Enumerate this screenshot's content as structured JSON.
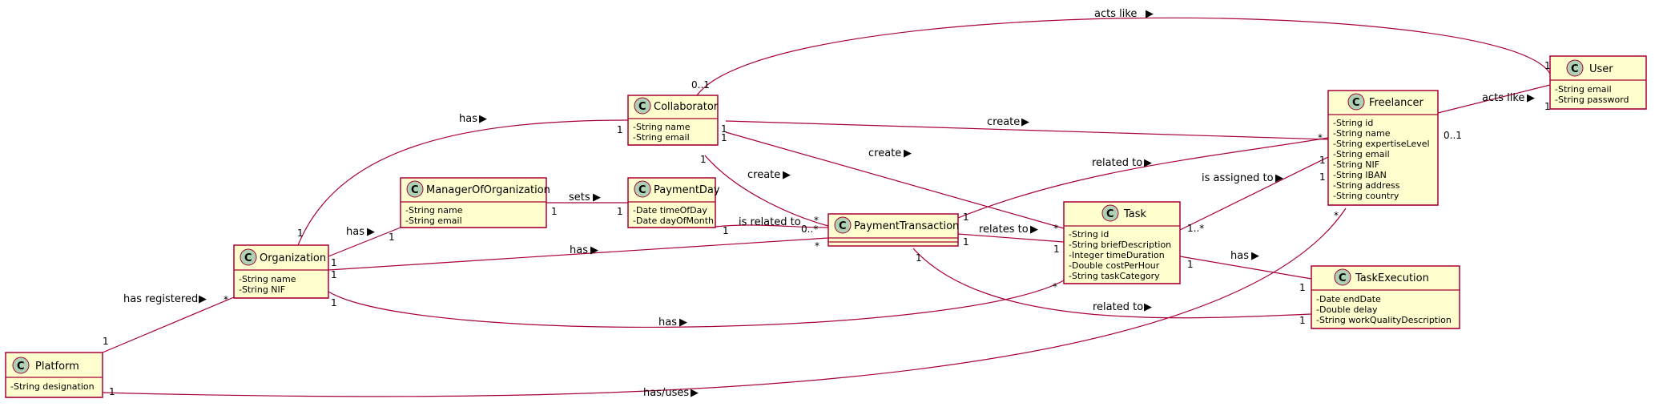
{
  "classes": {
    "platform": {
      "name": "Platform",
      "attributes": [
        "-String designation"
      ]
    },
    "organization": {
      "name": "Organization",
      "attributes": [
        "-String name",
        "-String NIF"
      ]
    },
    "manager": {
      "name": "ManagerOfOrganization",
      "attributes": [
        "-String name",
        "-String email"
      ]
    },
    "collaborator": {
      "name": "Collaborator",
      "attributes": [
        "-String name",
        "-String email"
      ]
    },
    "paymentday": {
      "name": "PaymentDay",
      "attributes": [
        "-Date timeOfDay",
        "-Date dayOfMonth"
      ]
    },
    "paymenttransaction": {
      "name": "PaymentTransaction",
      "attributes": []
    },
    "task": {
      "name": "Task",
      "attributes": [
        "-String id",
        "-String briefDescription",
        "-Integer timeDuration",
        "-Double costPerHour",
        "-String taskCategory"
      ]
    },
    "taskexecution": {
      "name": "TaskExecution",
      "attributes": [
        "-Date endDate",
        "-Double delay",
        "-String workQualityDescription"
      ]
    },
    "freelancer": {
      "name": "Freelancer",
      "attributes": [
        "-String id",
        "-String name",
        "-String expertiseLevel",
        "-String email",
        "-String NIF",
        "-String IBAN",
        "-String address",
        "-String country"
      ]
    },
    "user": {
      "name": "User",
      "attributes": [
        "-String email",
        "-String password"
      ]
    }
  },
  "class_glyph": "C",
  "edge_labels": {
    "acts_like_collab": "acts like",
    "acts_like_free": "acts like",
    "has_org_collab": "has",
    "create_collab_free": "create",
    "create_collab_task": "create",
    "create_collab_pt": "create",
    "related_pt_free": "related to",
    "assigned_task_free": "is assigned to",
    "has_org_manager": "has",
    "sets": "sets",
    "is_related_to": "is related to",
    "relates_to": "relates to",
    "has_org_pt": "has",
    "has_task_exec": "has",
    "related_pt_exec": "related to",
    "has_registered": "has registered",
    "has_org_task": "has",
    "has_uses": "has/uses"
  },
  "multiplicities": {
    "collab_user_a": "0..1",
    "collab_user_b": "1",
    "free_user_a": "0..1",
    "free_user_b": "1",
    "org_collab_a": "1",
    "org_collab_b": "1",
    "collab_free_a": "1",
    "collab_free_b": "*",
    "collab_task_a": "1",
    "collab_task_b": "*",
    "collab_pt_a": "1",
    "collab_pt_b": "*",
    "pt_free_a": "1",
    "pt_free_b": "1",
    "task_free_a": "1..*",
    "task_free_b": "1",
    "org_mgr_a": "1",
    "org_mgr_b": "1",
    "mgr_pd_a": "1",
    "mgr_pd_b": "1",
    "pd_pt_a": "1",
    "pd_pt_b": "0..*",
    "pt_task_a": "1",
    "pt_task_b": "1",
    "org_pt_a": "1",
    "org_pt_b": "*",
    "task_exec_a": "1",
    "task_exec_b": "1",
    "pt_exec_a": "1",
    "pt_exec_b": "1",
    "plat_org_a": "1",
    "plat_org_b": "*",
    "org_task_a": "1",
    "org_task_b": "*",
    "plat_free_a": "1",
    "plat_free_b": "*"
  }
}
